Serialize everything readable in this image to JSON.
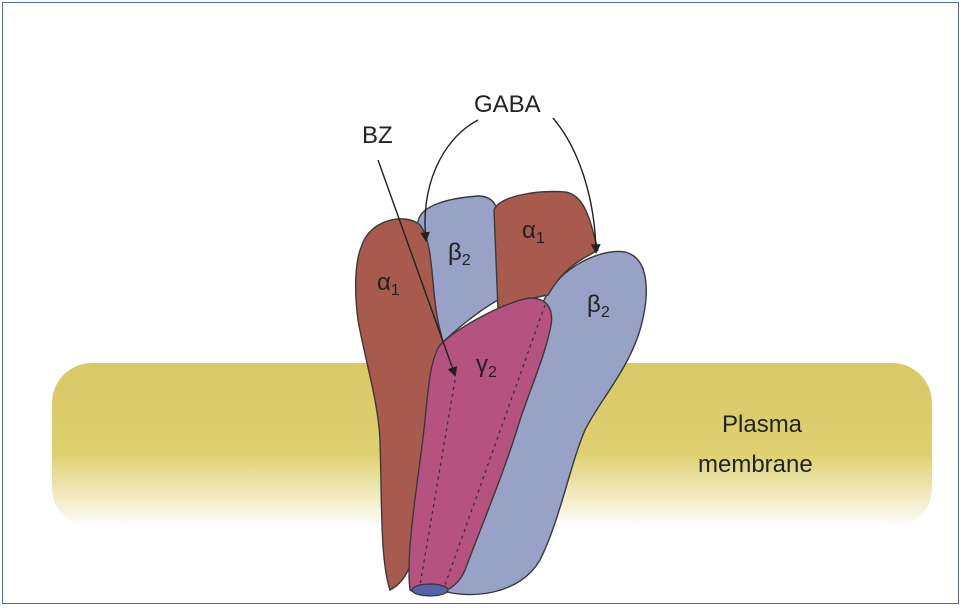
{
  "labels": {
    "gaba": "GABA",
    "bz": "BZ",
    "alpha1_left": "α",
    "alpha1_left_sub": "1",
    "beta2_back": "β",
    "beta2_back_sub": "2",
    "alpha1_back": "α",
    "alpha1_back_sub": "1",
    "beta2_right": "β",
    "beta2_right_sub": "2",
    "gamma2": "γ",
    "gamma2_sub": "2",
    "membrane_line1": "Plasma",
    "membrane_line2": "membrane"
  },
  "colors": {
    "membrane": "#d9c866",
    "alpha_subunit": "#a85a4e",
    "beta_subunit": "#97a2c6",
    "gamma_subunit": "#b5527f",
    "outline": "#3a3a3a",
    "frame_border": "#4a6fa5"
  }
}
